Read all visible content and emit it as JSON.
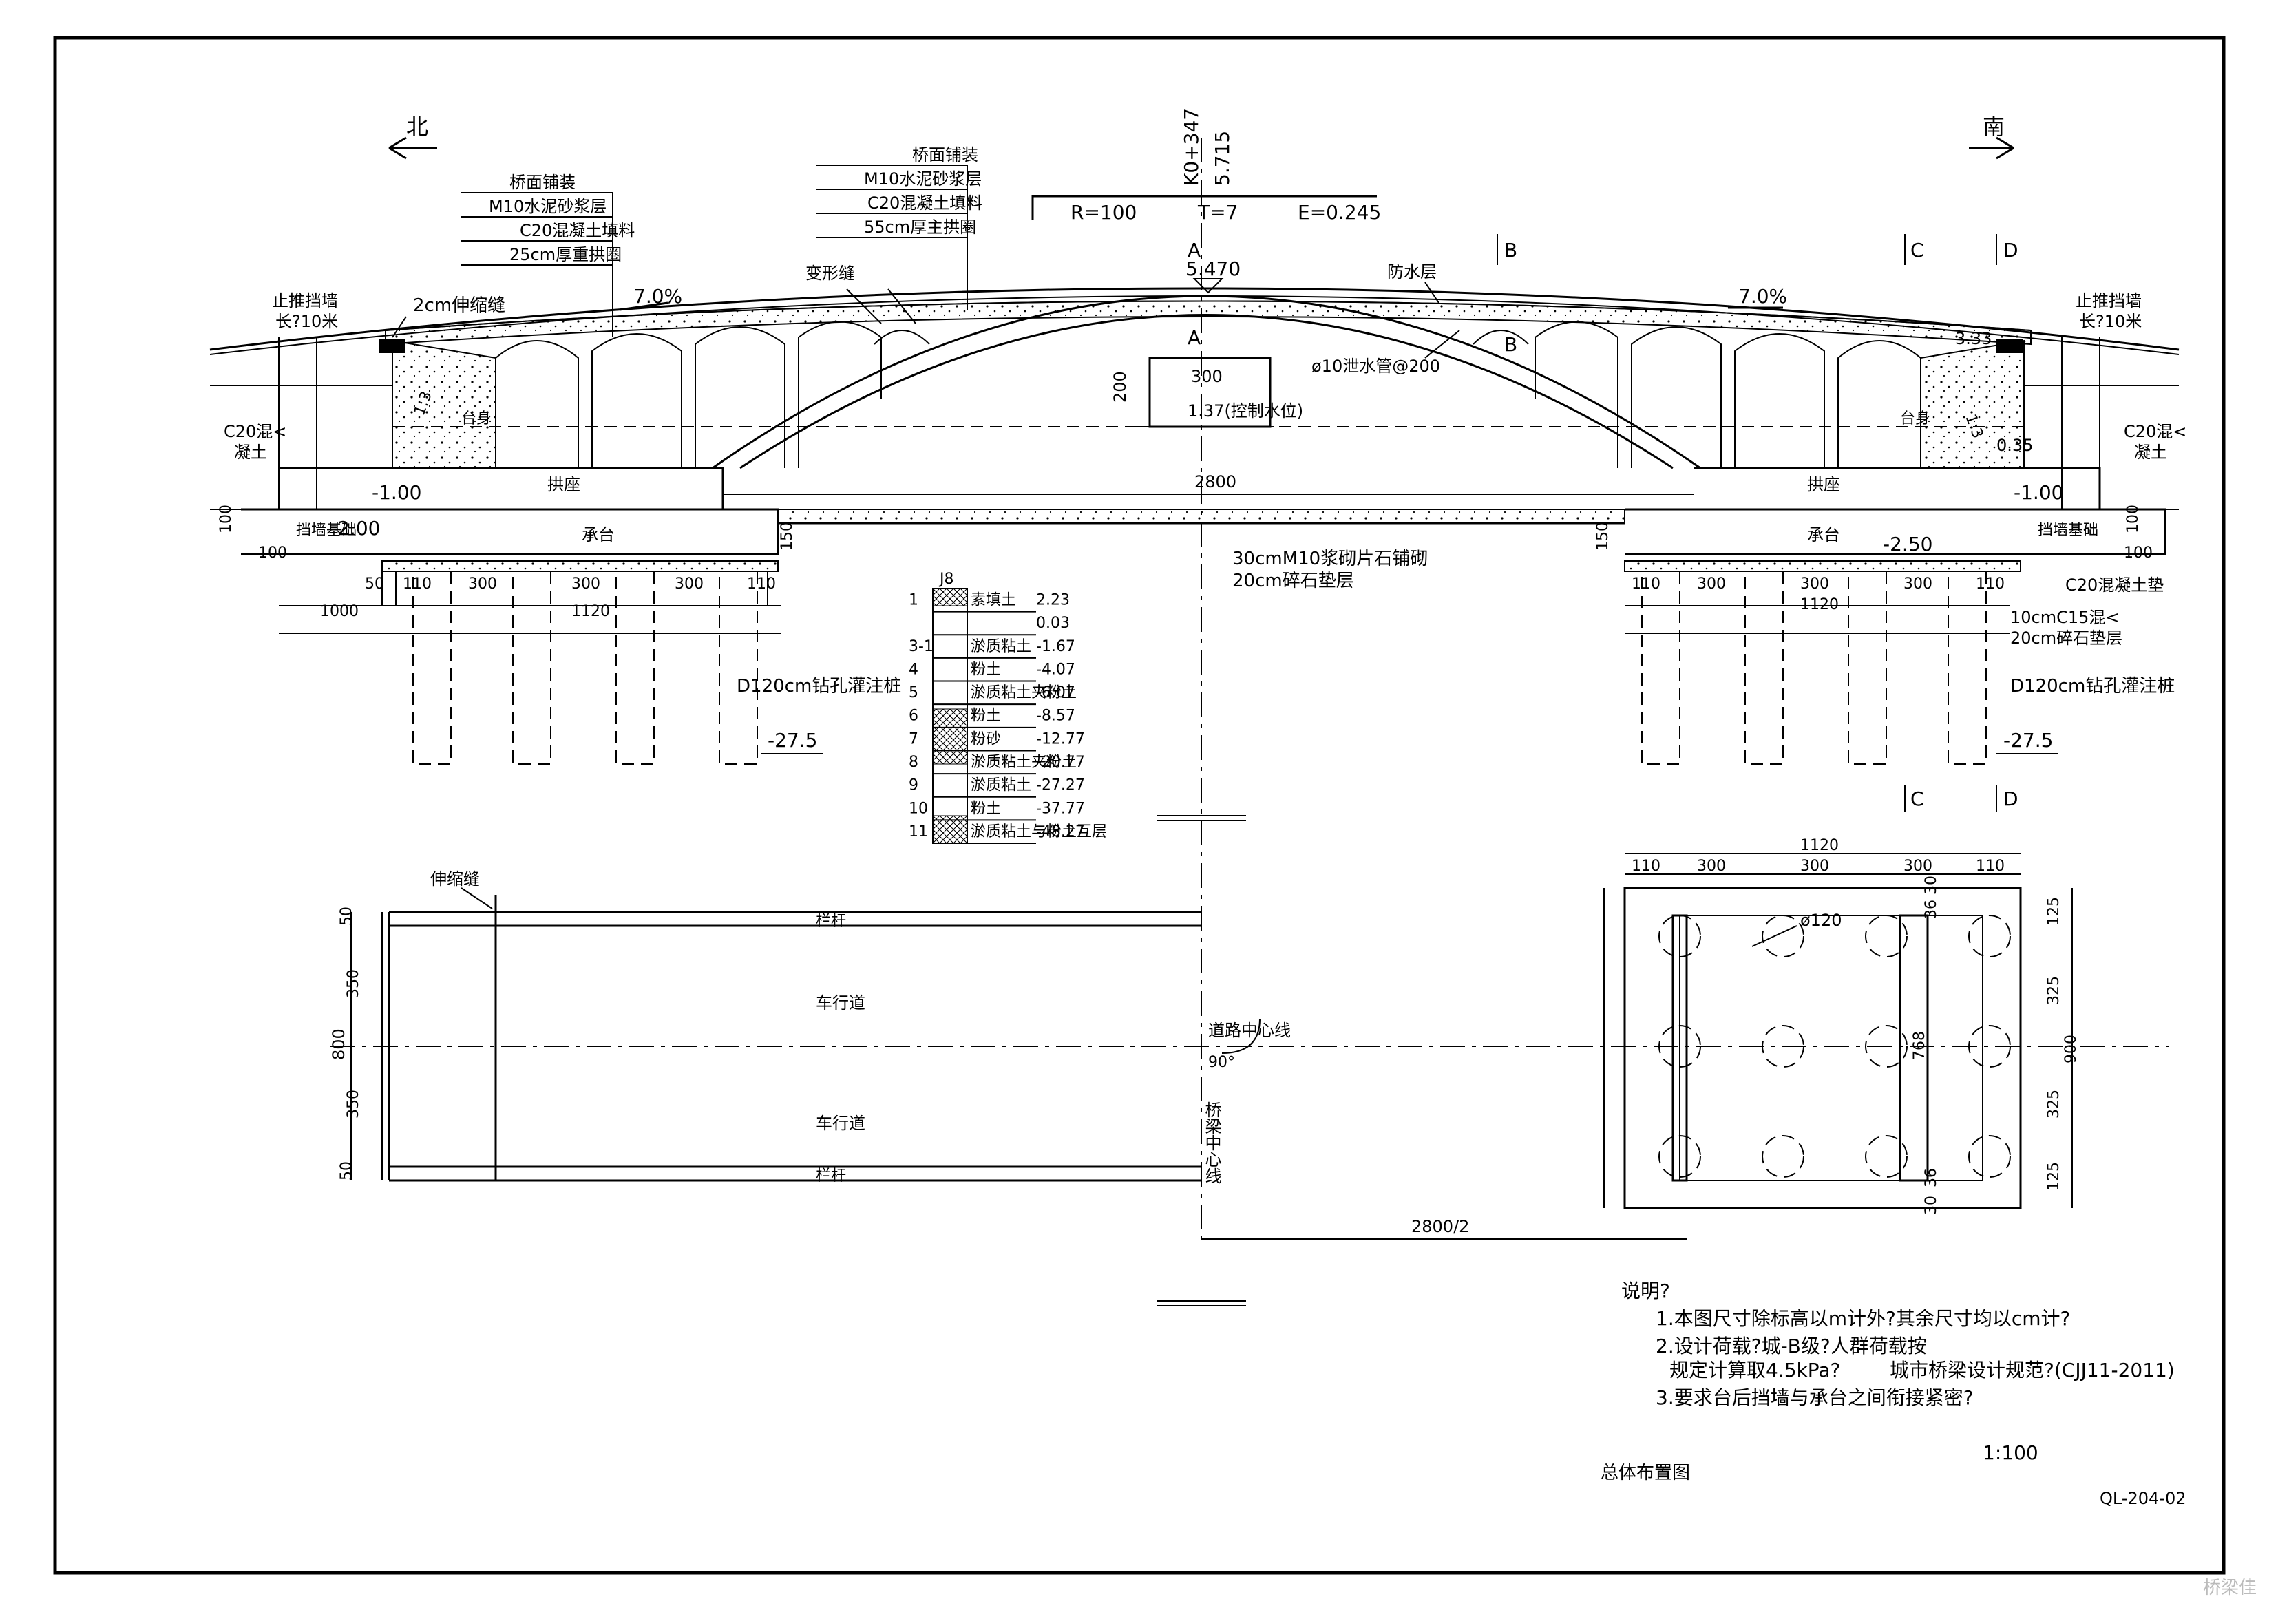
{
  "directions": {
    "north": "北",
    "south": "南"
  },
  "chainage": {
    "station": "K0+347",
    "elev": "5.715"
  },
  "curve": {
    "r": "R=100",
    "t": "T=7",
    "e": "E=0.245"
  },
  "sections": {
    "a": "A",
    "b": "B",
    "c": "C",
    "d": "D"
  },
  "crown": "5.470",
  "slope_left": "7.0%",
  "slope_right": "7.0%",
  "layers_left": [
    "桥面铺装",
    "M10水泥砂浆层",
    "C20混凝土填料",
    "25cm厚重拱圈"
  ],
  "layers_mid": [
    "桥面铺装",
    "M10水泥砂浆层",
    "C20混凝土填料",
    "55cm厚主拱圈"
  ],
  "labels": {
    "expansion": "2cm伸缩缝",
    "stop_wall_l": "止推挡墙",
    "stop_wall_l2": "长?10米",
    "stop_wall_r": "止推挡墙",
    "stop_wall_r2": "长?10米",
    "deform": "变形缝",
    "waterproof": "防水层",
    "drain": "ø10泄水管@200",
    "waterbox_w": "300",
    "waterbox_h": "200",
    "water": "1.37(控制水位)",
    "abut_l": "台身",
    "abut_r": "台身",
    "c20_l": "C20混<",
    "c20_l2": "凝土",
    "c20_r": "C20混<",
    "c20_r2": "凝土",
    "slope13_l": "1:3",
    "slope13_r": "1:3",
    "r333": "3.33",
    "r035": "0.35",
    "arch_seat_l": "拱座",
    "arch_seat_r": "拱座",
    "cap_l": "承台",
    "cap_r": "承台",
    "span": "2800",
    "wall_found_l": "挡墙基础",
    "wall_found_r": "挡墙基础",
    "el_m100l": "-1.00",
    "el_m200": "-2.00",
    "el_m100r": "-1.00",
    "el_m250": "-2.50",
    "d150l": "150",
    "d150r": "150",
    "d100l": "100",
    "d100l2": "100",
    "d100r": "100",
    "d100r2": "100",
    "pile_l": "D120cm钻孔灌注桩",
    "pile_r": "D120cm钻孔灌注桩",
    "pile_el_l": "-27.5",
    "pile_el_r": "-27.5",
    "paving1": "30cmM10浆砌片石铺砌",
    "paving2": "20cm碎石垫层",
    "c20_found": "C20混凝土垫",
    "c15_1": "10cmC15混<",
    "c15_2": "20cm碎石垫层",
    "dim1000": "1000",
    "dim50": "50",
    "section_title": "桥梁剖面图",
    "plan_title": "桥梁平面图",
    "joint": "伸缩缝",
    "rail_top": "栏杆",
    "rail_bot": "栏杆",
    "lane_top": "车行道",
    "lane_bot": "车行道",
    "road_cl": "道路中心线",
    "bridge_cl": "桥梁中心线",
    "angle": "90°",
    "plan_w": "800",
    "plan_50a": "50",
    "plan_350a": "350",
    "plan_350b": "350",
    "plan_50b": "50",
    "half_span": "2800/2",
    "cap_len": "1120",
    "cap_w": "900",
    "pile_dia": "ø120",
    "inner": "768",
    "c125a": "125",
    "c325a": "325",
    "c325b": "325",
    "c125b": "125",
    "d30a": "30",
    "d36a": "36",
    "d36b": "36",
    "d30b": "30"
  },
  "dims_pile_row": [
    "110",
    "300",
    "300",
    "300",
    "110"
  ],
  "dims_cap_len": "1120",
  "bore": {
    "name": "J8",
    "layers": [
      {
        "no": "1",
        "name": "素填土",
        "el": "2.23"
      },
      {
        "no": "",
        "name": "",
        "el": "0.03"
      },
      {
        "no": "3-1",
        "name": "淤质粘土",
        "el": "-1.67"
      },
      {
        "no": "4",
        "name": "粉土",
        "el": "-4.07"
      },
      {
        "no": "5",
        "name": "淤质粘土夹粉土",
        "el": "-6.07"
      },
      {
        "no": "6",
        "name": "粉土",
        "el": "-8.57"
      },
      {
        "no": "7",
        "name": "粉砂",
        "el": "-12.77"
      },
      {
        "no": "8",
        "name": "淤质粘土夹粉土",
        "el": "-20.77"
      },
      {
        "no": "9",
        "name": "淤质粘土",
        "el": "-27.27"
      },
      {
        "no": "10",
        "name": "粉土",
        "el": "-37.77"
      },
      {
        "no": "11",
        "name": "淤质粘土与粉土互层",
        "el": "-48.27"
      }
    ]
  },
  "notes": {
    "title": "说明?",
    "n1": "1.本图尺寸除标高以m计外?其余尺寸均以cm计?",
    "n2": "2.设计荷载?城-B级?人群荷载按",
    "n2b": "规定计算取4.5kPa?",
    "n2c": "城市桥梁设计规范?(CJJ11-2011)",
    "n3": "3.要求台后挡墙与承台之间衔接紧密?"
  },
  "scale": "1:100",
  "drawing_name": "总体布置图",
  "drawing_no": "QL-204-02",
  "watermark": "桥梁佳"
}
